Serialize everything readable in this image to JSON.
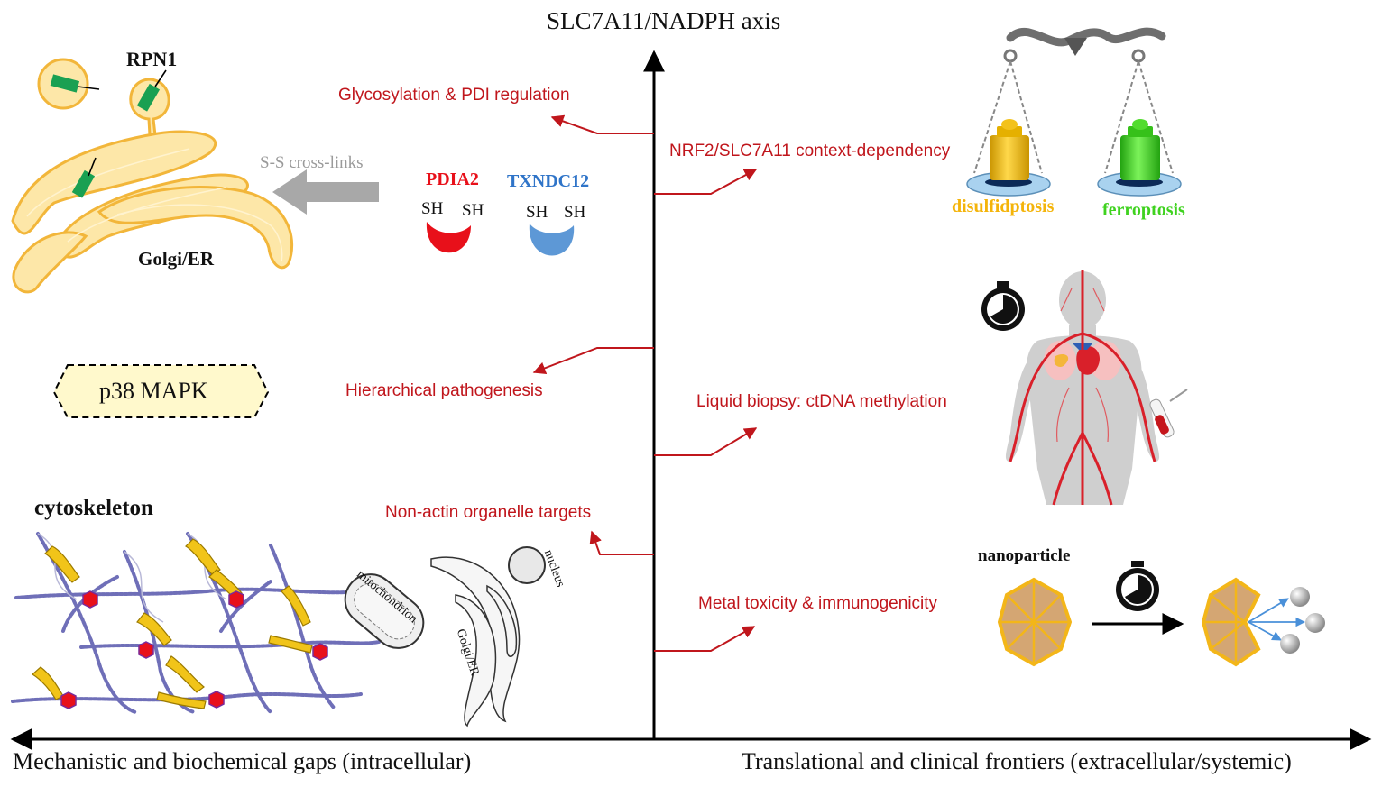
{
  "axes": {
    "top": "SLC7A11/NADPH axis",
    "left": "Mechanistic and biochemical gaps (intracellular)",
    "right": "Translational and clinical frontiers (extracellular/systemic)"
  },
  "gaps": {
    "glycosylation": "Glycosylation & PDI regulation",
    "hierarchical": "Hierarchical pathogenesis",
    "organelle": "Non-actin organelle targets",
    "nrf2": "NRF2/SLC7A11 context-dependency",
    "biopsy": "Liquid biopsy: ctDNA methylation",
    "metal": "Metal toxicity & immunogenicity"
  },
  "golgi": {
    "rpn1": "RPN1",
    "golgi_er": "Golgi/ER",
    "crosslinks": "S-S cross-links"
  },
  "proteins": {
    "pdia2": "PDIA2",
    "txndc12": "TXNDC12",
    "sh": "SH"
  },
  "signals": {
    "p38": "p38 MAPK"
  },
  "cyto": {
    "title": "cytoskeleton",
    "mitochondrion": "mitochondrion",
    "nucleus": "nucleus",
    "golgi_er": "Golgi/ER"
  },
  "balance": {
    "left": "disulfidptosis",
    "right": "ferroptosis"
  },
  "nano": {
    "label": "nanoparticle"
  },
  "colors": {
    "red": "#c0161c",
    "pdia2": "#e8101a",
    "txndc12": "#2f74c8",
    "disulfidptosis": "#f4c20d",
    "ferroptosis": "#3fd21f",
    "golgi_fill": "#fde7a8",
    "golgi_edge": "#f2b63a"
  }
}
